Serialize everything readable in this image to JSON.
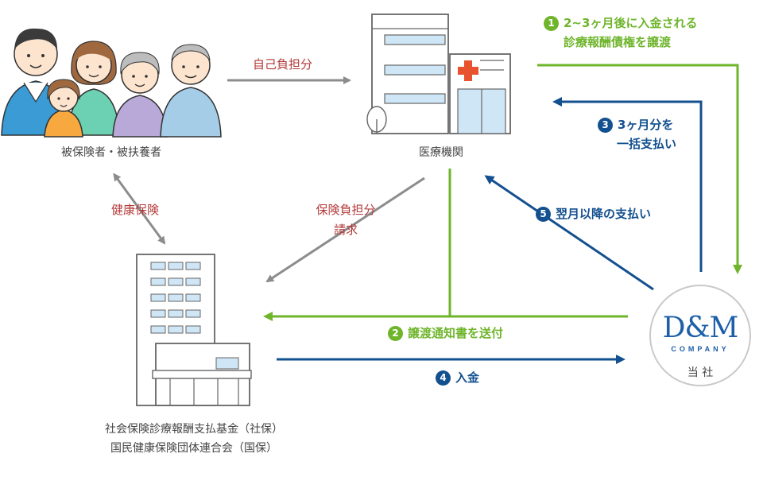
{
  "nodes": {
    "insured": "被保険者・被扶養者",
    "medical": "医療機関",
    "fund_line1": "社会保険診療報酬支払基金（社保）",
    "fund_line2": "国民健康保険団体連合会（国保）",
    "company_logo_main": "D&M",
    "company_logo_sub": "COMPANY",
    "company_name": "当 社"
  },
  "edges": {
    "copay": "自己負担分",
    "health_insurance": "健康保険",
    "insurance_claim_line1": "保険負担分",
    "insurance_claim_line2": "請求"
  },
  "steps": [
    {
      "num": "1",
      "line1": "2~3ヶ月後に入金される",
      "line2": "診療報酬債権を譲渡"
    },
    {
      "num": "2",
      "line1": "譲渡通知書を送付"
    },
    {
      "num": "3",
      "line1": "3ヶ月分を",
      "line2": "一括支払い"
    },
    {
      "num": "4",
      "line1": "入金"
    },
    {
      "num": "5",
      "line1": "翌月以降の支払い"
    }
  ],
  "colors": {
    "green": "#6fb52c",
    "blue": "#13508f",
    "gray": "#8c8c8c",
    "red": "#b33a3a"
  }
}
